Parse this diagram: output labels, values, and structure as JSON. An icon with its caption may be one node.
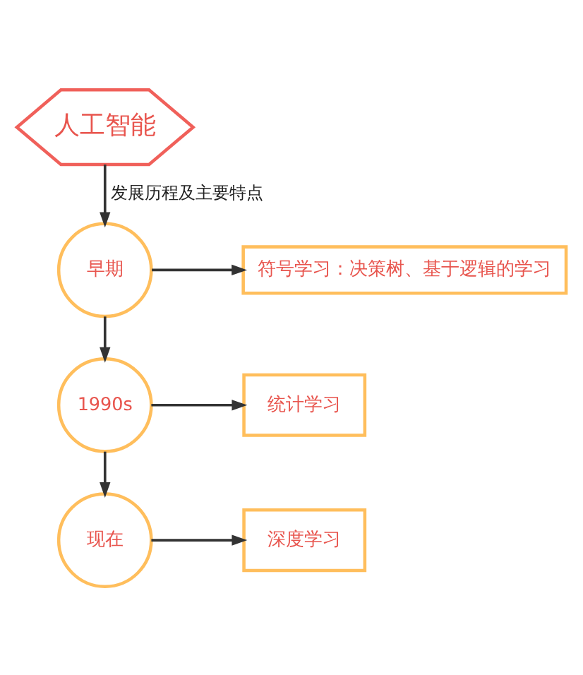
{
  "diagram": {
    "nodes": [
      {
        "text": [
          "人工智能"
        ]
      },
      {
        "text": [
          "早期"
        ]
      },
      {
        "text": [
          "符号学习：决策树、基于逻辑的学习"
        ]
      },
      {
        "text": [
          "1990s"
        ]
      },
      {
        "text": [
          "统计学习"
        ]
      },
      {
        "text": [
          "现在"
        ]
      },
      {
        "text": [
          "深度学习"
        ]
      }
    ],
    "edges": [
      {
        "from": 0,
        "to": 1,
        "arrow": "to",
        "label": "发展历程及主要特点"
      },
      {
        "from": 1,
        "to": 2,
        "arrow": "to"
      },
      {
        "from": 1,
        "to": 3,
        "arrow": "to"
      },
      {
        "from": 3,
        "to": 4,
        "arrow": "to"
      },
      {
        "from": 3,
        "to": 5,
        "arrow": "to"
      },
      {
        "from": 5,
        "to": 6,
        "arrow": "to"
      }
    ]
  }
}
